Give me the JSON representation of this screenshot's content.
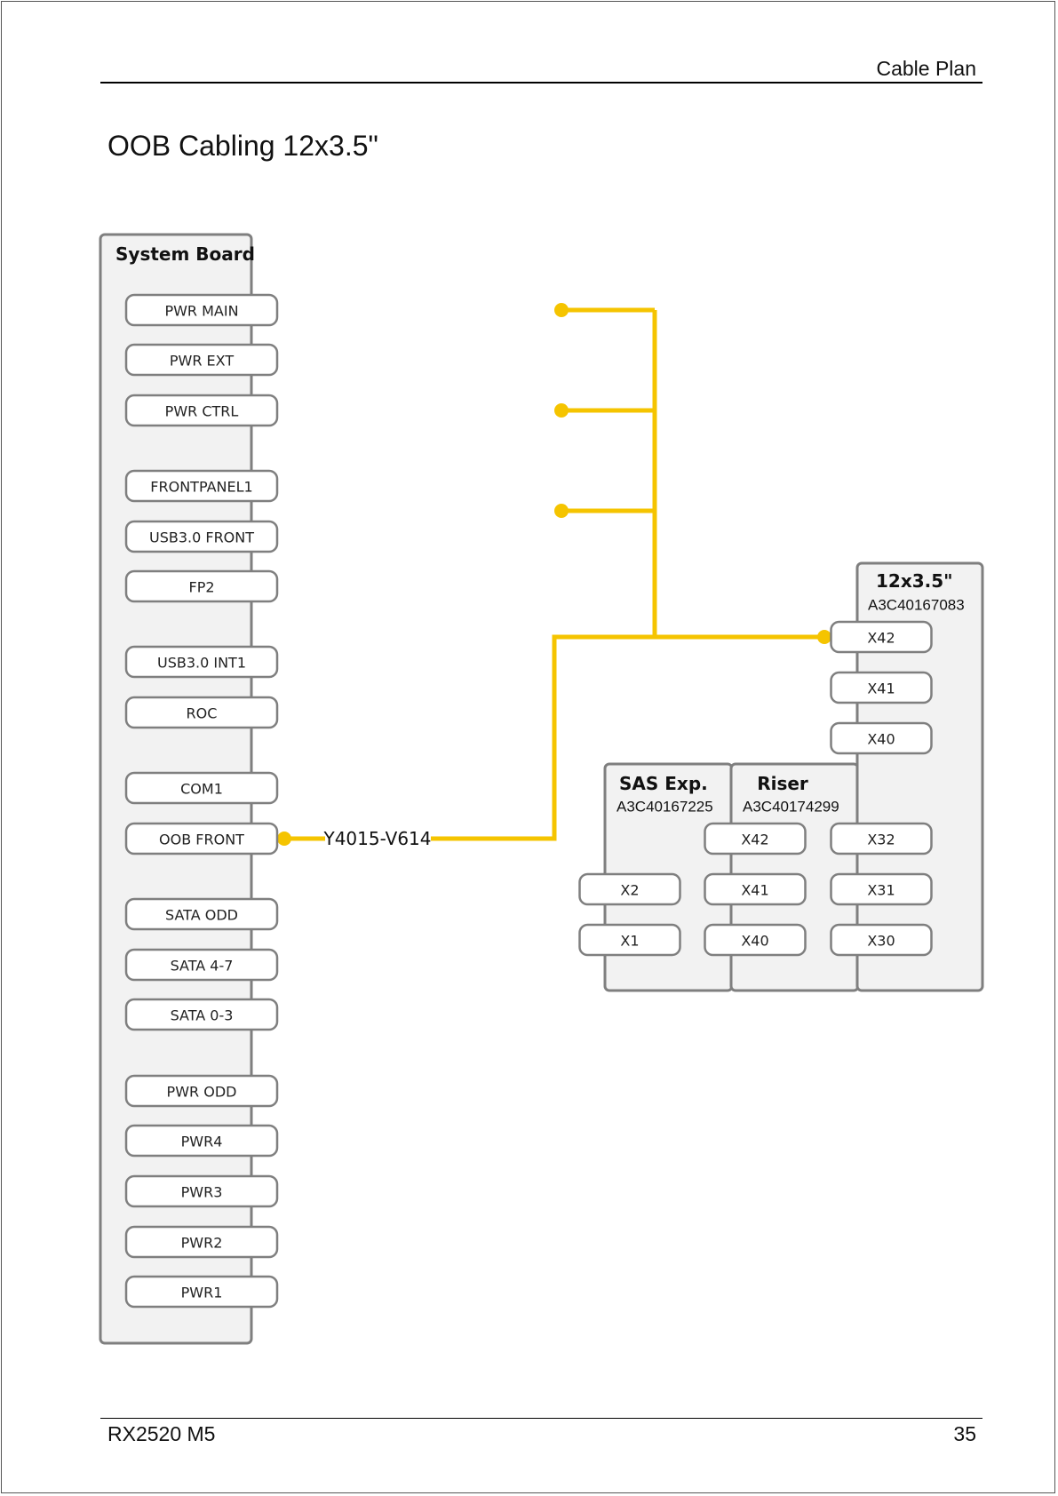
{
  "header": {
    "title": "Cable Plan"
  },
  "heading": "OOB Cabling 12x3.5\"",
  "footer": {
    "model": "RX2520 M5",
    "page_number": "35"
  },
  "colors": {
    "cable": "#F5C400",
    "board_fill": "#F2F2F2",
    "board_stroke": "#7F7F7F"
  },
  "system_board": {
    "label": "System Board",
    "connectors": [
      "PWR MAIN",
      "PWR EXT",
      "PWR CTRL",
      "FRONTPANEL1",
      "USB3.0 FRONT",
      "FP2",
      "USB3.0 INT1",
      "ROC",
      "COM1",
      "OOB FRONT",
      "SATA ODD",
      "SATA 4-7",
      "SATA 0-3",
      "PWR ODD",
      "PWR4",
      "PWR3",
      "PWR2",
      "PWR1"
    ]
  },
  "sas_exp": {
    "label": "SAS Exp.",
    "part": "A3C40167225",
    "connectors": [
      "X2",
      "X1"
    ]
  },
  "riser": {
    "label": "Riser",
    "part": "A3C40174299",
    "connectors": [
      "X42",
      "X41",
      "X40"
    ]
  },
  "backplane": {
    "label": "12x3.5\"",
    "part": "A3C40167083",
    "connectors": [
      "X42",
      "X41",
      "X40",
      "X32",
      "X31",
      "X30"
    ]
  },
  "cable": {
    "label": "Y4015-V614",
    "from": "OOB FRONT",
    "to": "X42"
  }
}
